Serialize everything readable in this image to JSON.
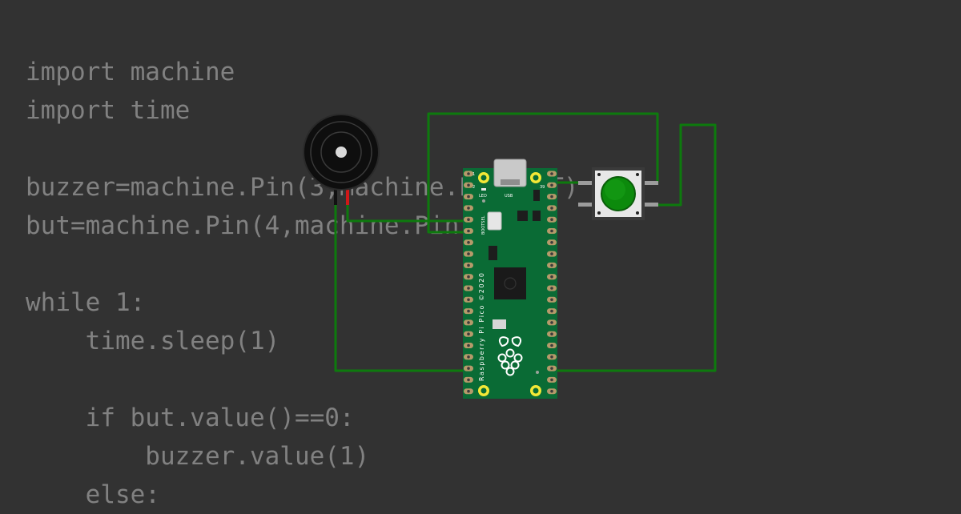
{
  "code": {
    "lines": [
      "import machine",
      "import time",
      "",
      "buzzer=machine.Pin(3,machine.Pin.OUT)",
      "but=machine.Pin(4,machine.Pin.IN)",
      "",
      "while 1:",
      "    time.sleep(1)",
      "",
      "    if but.value()==0:",
      "        buzzer.value(1)",
      "    else:"
    ]
  },
  "board": {
    "name_label": "Raspberry Pi Pico ©2020",
    "usb_label": "USB",
    "led_label": "LED",
    "bootsel_label": "BOOTSEL",
    "pin1_label": "1",
    "pin2_label": "2",
    "pin39_label": "39"
  },
  "colors": {
    "background": "#323232",
    "code_text": "#818181",
    "wire": "#0d7a0d",
    "board": "#0a6b35",
    "button_cap": "#0c8a0c",
    "pad_ring": "#f2e836"
  },
  "components": {
    "buzzer": "buzzer-icon",
    "pushbutton": "pushbutton-icon",
    "logo": "raspberry-pi-logo-icon"
  }
}
